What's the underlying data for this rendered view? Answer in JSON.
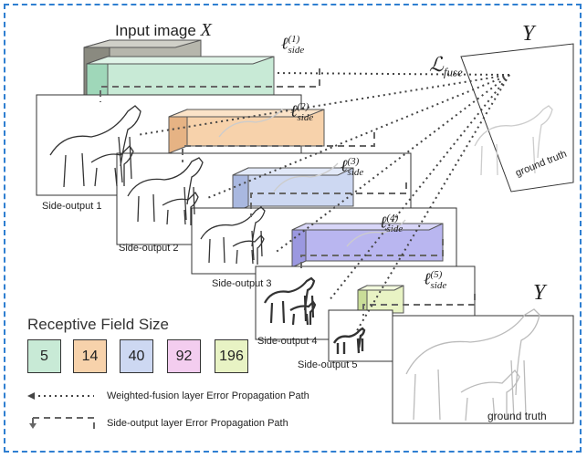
{
  "input_label_prefix": "Input image",
  "input_label_var": "X",
  "fuse_loss": {
    "base": "ℒ",
    "sub": "fuse"
  },
  "target_top": "Y",
  "target_bottom": "Y",
  "ground_truth_top": "ground truth",
  "ground_truth_bottom": "ground truth",
  "side_losses": [
    {
      "base": "ℓ",
      "sub": "side",
      "sup": "(1)"
    },
    {
      "base": "ℓ",
      "sub": "side",
      "sup": "(2)"
    },
    {
      "base": "ℓ",
      "sub": "side",
      "sup": "(3)"
    },
    {
      "base": "ℓ",
      "sub": "side",
      "sup": "(4)"
    },
    {
      "base": "ℓ",
      "sub": "side",
      "sup": "(5)"
    }
  ],
  "side_outputs": [
    "Side-output 1",
    "Side-output 2",
    "Side-output 3",
    "Side-output 4",
    "Side-output 5"
  ],
  "receptive_field": {
    "title": "Receptive Field Size",
    "sizes": [
      {
        "value": "5",
        "color": "#c8ead6"
      },
      {
        "value": "14",
        "color": "#f7d2ab"
      },
      {
        "value": "40",
        "color": "#cdd8f2"
      },
      {
        "value": "92",
        "color": "#f3cdef"
      },
      {
        "value": "196",
        "color": "#e8f3c4"
      }
    ]
  },
  "legend": {
    "fusion_path": "Weighted-fusion layer Error Propagation Path",
    "side_path": "Side-output layer Error Propagation Path"
  },
  "colors": {
    "border": "#2f7fd1",
    "stage1": "#c8ead6",
    "stage2": "#f7d2ab",
    "stage3": "#cdd8f2",
    "stage4": "#b9b6f0",
    "stage5": "#e8f3c4"
  }
}
